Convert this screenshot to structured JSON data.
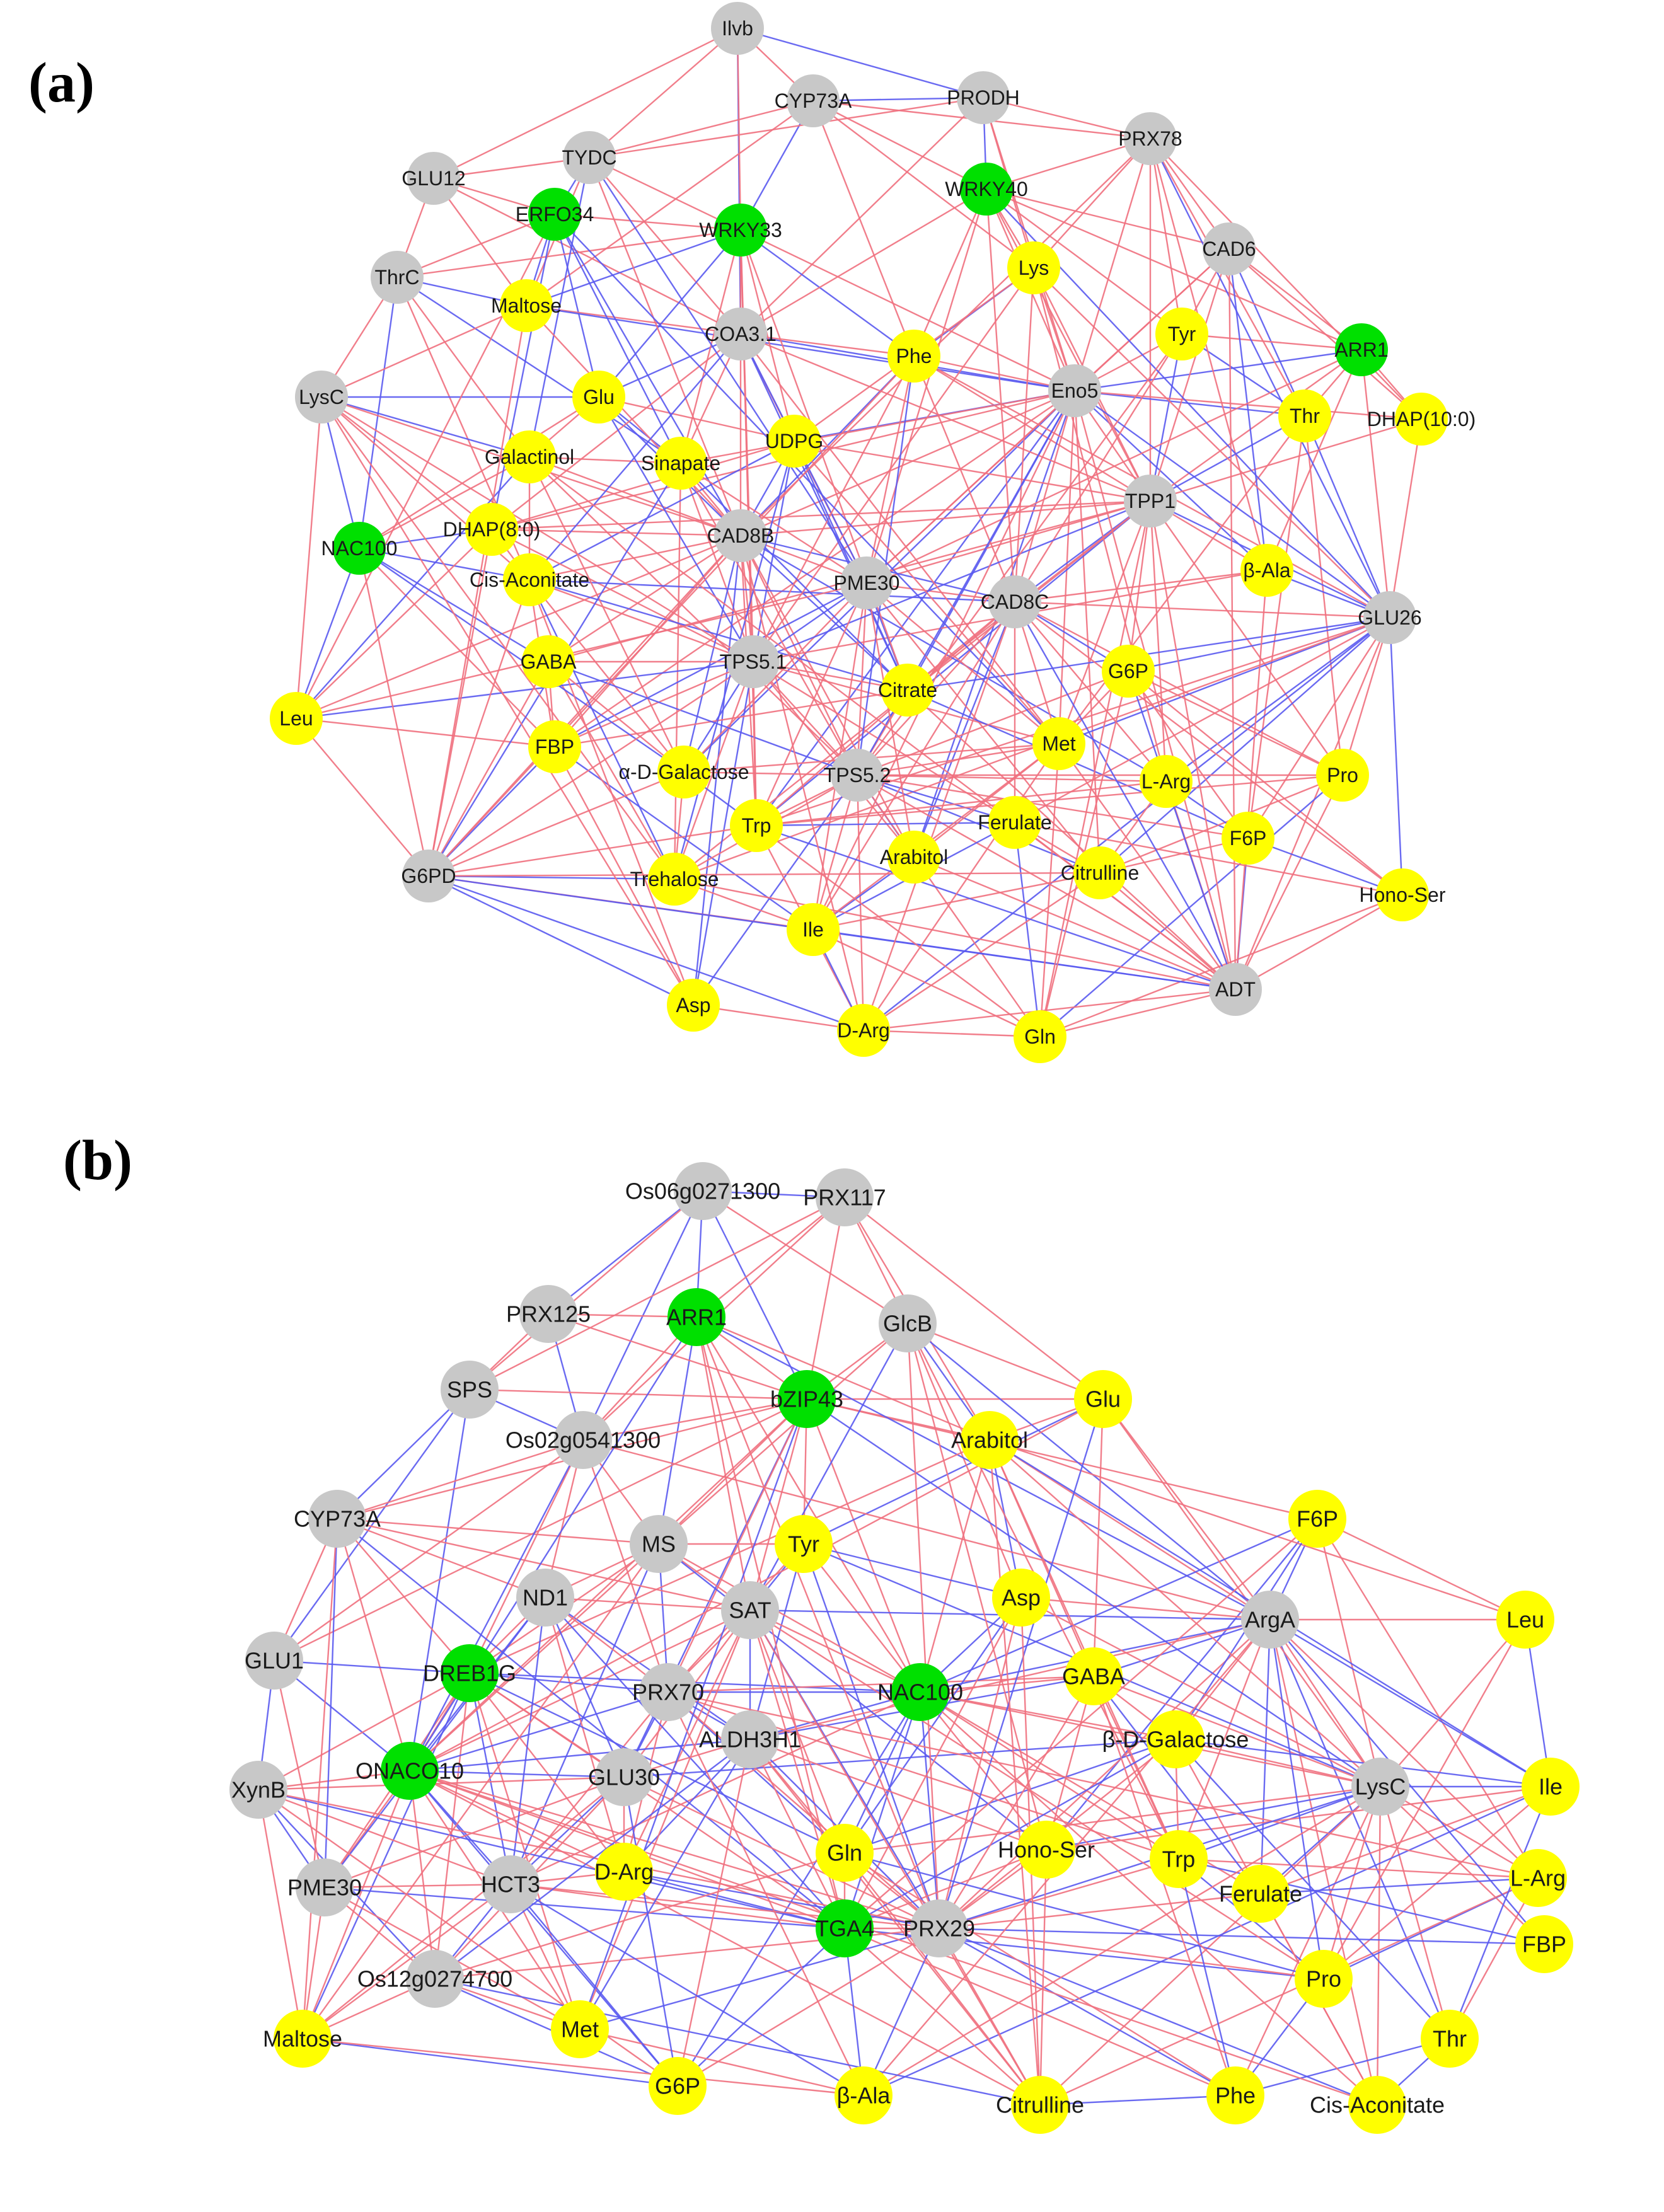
{
  "colors": {
    "gene": "#c8c8c8",
    "transcription_factor": "#00e000",
    "metabolite": "#ffff00",
    "positive_edge": "#f0707e",
    "negative_edge": "#5a5af0"
  },
  "panel_a": {
    "label": "(a)",
    "genes": [
      "Ilvb",
      "CYP73A",
      "PRODH",
      "PRX78",
      "GLU12",
      "TYDC",
      "ThrC",
      "CAD6",
      "COA3.1",
      "Eno5",
      "LysC",
      "TPP1",
      "CAD8B",
      "PME30",
      "CAD8C",
      "GLU26",
      "TPS5.1",
      "TPS5.2",
      "G6PD",
      "ADT"
    ],
    "transcription_factors": [
      "ERFO34",
      "WRKY33",
      "WRKY40",
      "ARR1",
      "NAC100"
    ],
    "metabolites": [
      "Lys",
      "Maltose",
      "Tyr",
      "Phe",
      "Glu",
      "Thr",
      "DHAP(10:0)",
      "Galactinol",
      "Sinapate",
      "UDPG",
      "DHAP(8:0)",
      "Cis-Aconitate",
      "β-Ala",
      "GABA",
      "Citrate",
      "G6P",
      "Leu",
      "FBP",
      "α-D-Galactose",
      "Met",
      "Pro",
      "L-Arg",
      "Trp",
      "Ferulate",
      "F6P",
      "Arabitol",
      "Trehalose",
      "Citrulline",
      "Hono-Ser",
      "Ile",
      "Asp",
      "D-Arg",
      "Gln"
    ]
  },
  "panel_b": {
    "label": "(b)",
    "genes": [
      "Os06g0271300",
      "PRX117",
      "PRX125",
      "GlcB",
      "SPS",
      "Os02g0541300",
      "CYP73A",
      "MS",
      "ND1",
      "SAT",
      "ArgA",
      "GLU1",
      "PRX70",
      "ALDH3H1",
      "GLU30",
      "XynB",
      "LysC",
      "HCT3",
      "PRX29",
      "PME30",
      "Os12g0274700"
    ],
    "transcription_factors": [
      "ARR1",
      "bZIP43",
      "DREB1G",
      "NAC100",
      "ONACO10",
      "TGA4"
    ],
    "metabolites": [
      "Glu",
      "Arabitol",
      "F6P",
      "Tyr",
      "Asp",
      "Leu",
      "GABA",
      "β-D-Galactose",
      "Ile",
      "Gln",
      "Hono-Ser",
      "Trp",
      "D-Arg",
      "L-Arg",
      "Ferulate",
      "Pro",
      "FBP",
      "Maltose",
      "Met",
      "Thr",
      "G6P",
      "β-Ala",
      "Citrulline",
      "Phe",
      "Cis-Aconitate"
    ]
  }
}
